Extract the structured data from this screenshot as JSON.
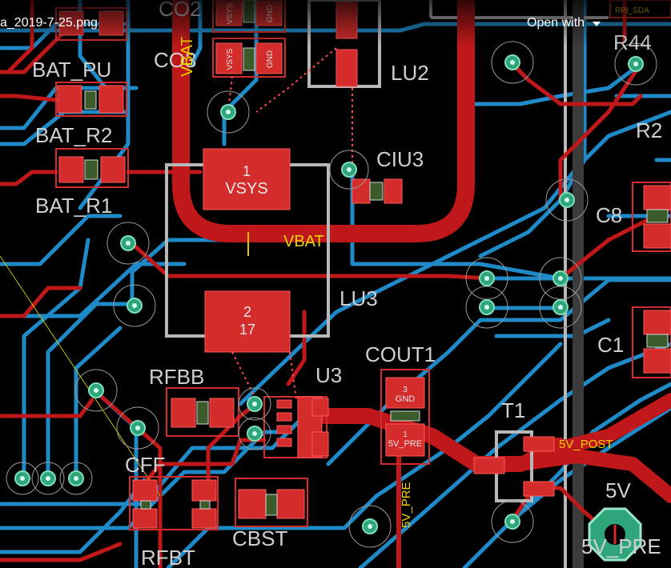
{
  "toolbar": {
    "filename": "a_2019-7-25.png",
    "open_with_label": "Open with",
    "dropdown_icon": "chevron-down-icon"
  },
  "colors": {
    "background": "#000000",
    "top_trace": "#c0181a",
    "bottom_trace": "#1f8ac8",
    "via": "#2ea57a",
    "silkscreen": "#cfcfcf",
    "net_label": "#f2d400"
  },
  "board": {
    "designators": {
      "co2": "CO2",
      "co3": "CO3",
      "bat_pu": "BAT_PU",
      "bat_r2": "BAT_R2",
      "bat_r1": "BAT_R1",
      "lu2": "LU2",
      "lu3": "LU3",
      "ciu3": "CIU3",
      "r44": "R44",
      "r2": "R2",
      "c8": "C8",
      "c1": "C1",
      "cout1": "COUT1",
      "u3": "U3",
      "t1": "T1",
      "rfbb": "RFBB",
      "cff": "CFF",
      "cbst": "CBST",
      "rfbt": "RFBT",
      "five_v": "5V",
      "five_v_pre_pad": "5V_PRE"
    },
    "net_labels": {
      "vbat_vertical": "VBAT",
      "vbat_horizontal": "VBAT",
      "five_v_post": "5V_POST",
      "five_v_pre_trace": "5V_PRE",
      "rpi_sda": "RPI_SDA"
    },
    "pad_labels": {
      "lu3_pad1_num": "1",
      "lu3_pad1_net": "VSYS",
      "lu3_pad2_num": "2",
      "lu3_pad2_net": "17",
      "co2_pad1": "VSYS",
      "co2_pad2": "GND",
      "co3_pad1": "VSYS",
      "co3_pad2": "GND",
      "cout1_pad3_num": "3",
      "cout1_pad3_net": "GND",
      "cout1_pad1_num": "1",
      "cout1_pad1_net": "5V_PRE"
    }
  }
}
